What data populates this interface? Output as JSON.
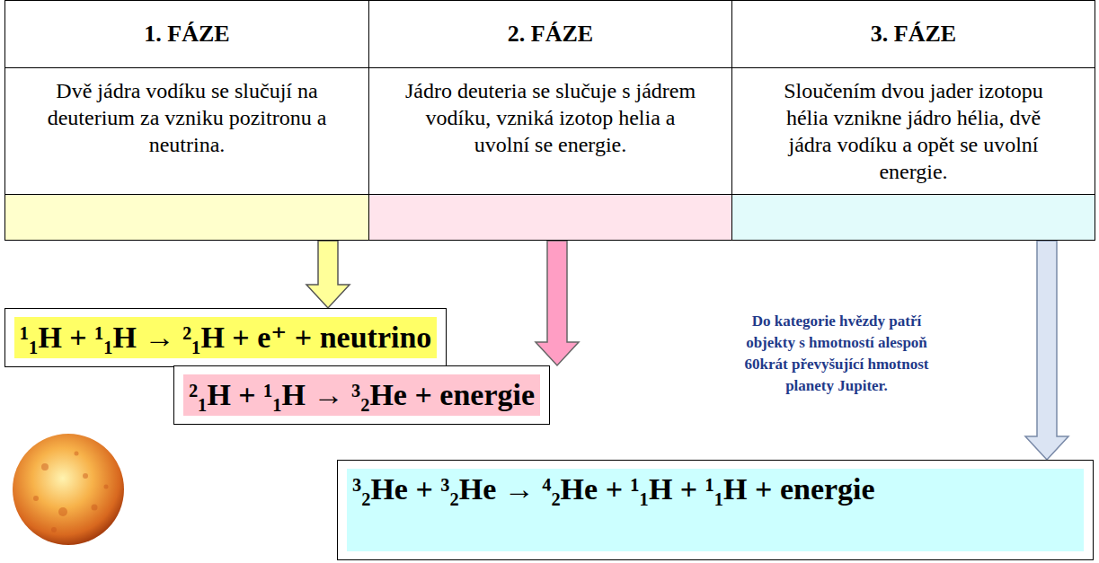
{
  "diagram": {
    "nodes": [
      {
        "text": [
          "1. FÁZE",
          "Dvě jádra vodíku se slučují na deuterium za vzniku pozitronu a neutrina."
        ]
      },
      {
        "text": [
          "2. FÁZE",
          "Jádro deuteria se slučuje s jádrem vodíku, vzniká izotop helia a uvolní se energie."
        ]
      },
      {
        "text": [
          "3. FÁZE",
          "Sloučením dvou jader izotopu hélia vznikne jádro hélia, dvě jádra vodíku a opět se uvolní energie."
        ]
      },
      {
        "text": [
          "¹₁H + ¹₁H → ²₁H + e⁺ + neutrino"
        ]
      },
      {
        "text": [
          "²₁H + ¹₁H → ³₂He + energie"
        ]
      },
      {
        "text": [
          "³₂He + ³₂He → ⁴₂He + ¹₁H + ¹₁H + energie"
        ]
      }
    ],
    "edges": [
      {
        "from": 0,
        "to": 3,
        "arrow": "to"
      },
      {
        "from": 1,
        "to": 4,
        "arrow": "to"
      },
      {
        "from": 2,
        "to": 5,
        "arrow": "to"
      }
    ],
    "labels": [
      "Do kategorie hvězdy patří objekty s hmotností alespoň 60krát převyšující hmotnost planety Jupiter."
    ]
  }
}
